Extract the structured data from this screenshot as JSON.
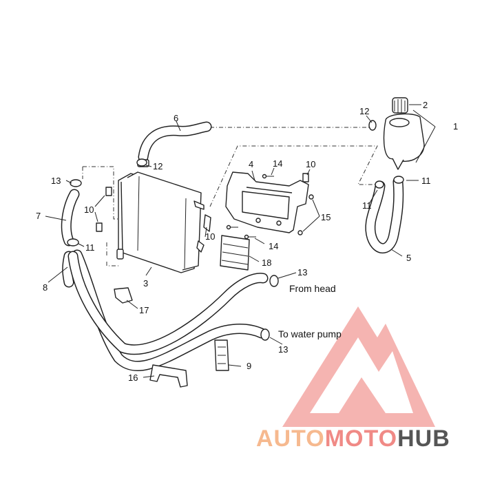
{
  "labels": {
    "n1": "1",
    "n2": "2",
    "n3": "3",
    "n4": "4",
    "n5": "5",
    "n6": "6",
    "n7": "7",
    "n8": "8",
    "n9": "9",
    "n10a": "10",
    "n10b": "10",
    "n10c": "10",
    "n11a": "11",
    "n11b": "11",
    "n11c": "11",
    "n12a": "12",
    "n12b": "12",
    "n13a": "13",
    "n13b": "13",
    "n13c": "13",
    "n14a": "14",
    "n14b": "14",
    "n15": "15",
    "n16": "16",
    "n17": "17",
    "n18": "18"
  },
  "notes": {
    "from_head": "From head",
    "to_water_pump": "To water pump"
  },
  "watermark": {
    "part1": "AUTO",
    "part2": "MOTO",
    "part3": "HUB",
    "color_light": "#f6b98f",
    "color_red": "#f08a86",
    "color_gray": "#555555"
  }
}
